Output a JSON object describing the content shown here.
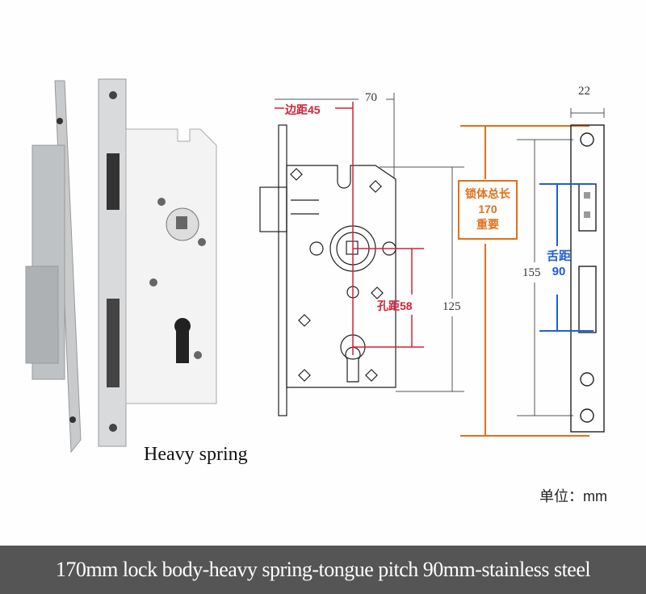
{
  "photo": {
    "caption": "Heavy spring"
  },
  "diagram": {
    "width_total": "70",
    "backset": "边距45",
    "hole_distance": "孔距58",
    "body_height": "125",
    "total_length": {
      "line1": "锁体总长",
      "line2": "170",
      "line3": "重要"
    },
    "faceplate_width": "22",
    "screw_distance": "155",
    "tongue_pitch": {
      "line1": "舌距",
      "line2": "90"
    },
    "unit": "单位：mm"
  },
  "banner": {
    "text": "170mm lock body-heavy spring-tongue pitch 90mm-stainless steel"
  },
  "colors": {
    "red": "#d0223a",
    "orange": "#e0701a",
    "blue": "#1f5fd6",
    "banner_bg": "#555555"
  }
}
